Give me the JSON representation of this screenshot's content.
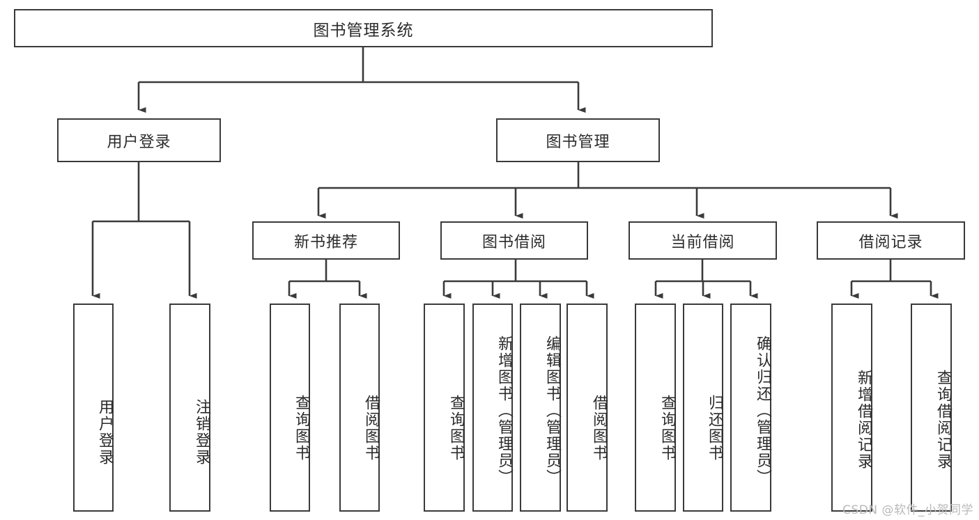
{
  "diagram": {
    "type": "tree",
    "title": "图书管理系统",
    "watermark": "CSDN @软件_小贺同学",
    "colors": {
      "node_border": "#3a3a3a",
      "node_fill": "#ffffff",
      "edge": "#3a3a3a",
      "text": "#2b2b2b",
      "watermark": "#b9b9b9"
    },
    "nodes": {
      "root": {
        "label": "图书管理系统"
      },
      "level2": [
        {
          "id": "user-login",
          "label": "用户登录"
        },
        {
          "id": "book-manage",
          "label": "图书管理"
        }
      ],
      "level3": [
        {
          "id": "new-book-rec",
          "label": "新书推荐"
        },
        {
          "id": "book-borrow",
          "label": "图书借阅"
        },
        {
          "id": "current-borrow",
          "label": "当前借阅"
        },
        {
          "id": "borrow-record",
          "label": "借阅记录"
        }
      ],
      "leaves": {
        "user_login": [
          {
            "id": "leaf-user-login",
            "label": "用户登录"
          },
          {
            "id": "leaf-logout-login",
            "label": "注销登录"
          }
        ],
        "new_book_rec": [
          {
            "id": "leaf-query-book-1",
            "label": "查询图书"
          },
          {
            "id": "leaf-borrow-book-1",
            "label": "借阅图书"
          }
        ],
        "book_borrow": [
          {
            "id": "leaf-query-book-2",
            "label": "查询图书"
          },
          {
            "id": "leaf-add-book",
            "label": "新增图书（管理员）"
          },
          {
            "id": "leaf-edit-book",
            "label": "编辑图书（管理员）"
          },
          {
            "id": "leaf-borrow-book-2",
            "label": "借阅图书"
          }
        ],
        "current_borrow": [
          {
            "id": "leaf-query-book-3",
            "label": "查询图书"
          },
          {
            "id": "leaf-return-book",
            "label": "归还图书"
          },
          {
            "id": "leaf-confirm-return",
            "label": "确认归还（管理员）"
          }
        ],
        "borrow_record": [
          {
            "id": "leaf-add-record",
            "label": "新增借阅记录"
          },
          {
            "id": "leaf-query-record",
            "label": "查询借阅记录"
          }
        ]
      }
    }
  }
}
